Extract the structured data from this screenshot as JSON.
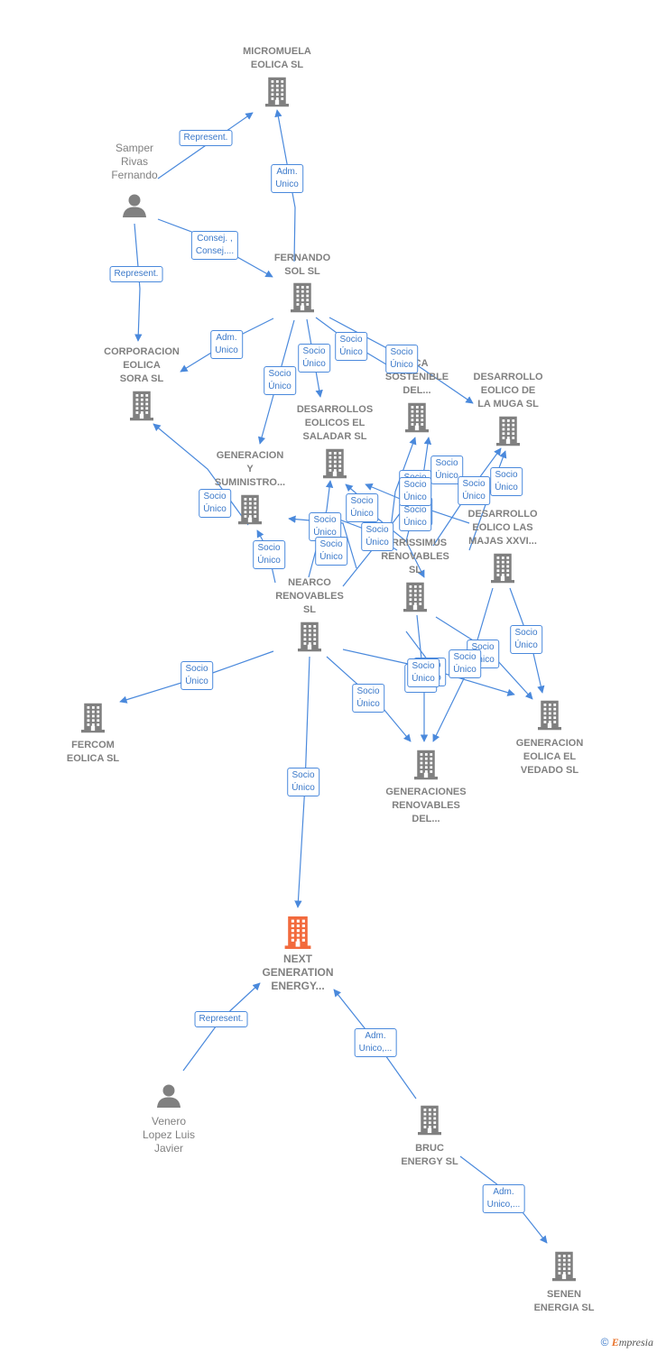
{
  "nodes": [
    {
      "id": "micromuela",
      "label": "MICROMUELA\nEOLICA SL",
      "kind": "company"
    },
    {
      "id": "samper",
      "label": "Samper\nRivas\nFernando",
      "kind": "person"
    },
    {
      "id": "fernando_sol",
      "label": "FERNANDO\nSOL SL",
      "kind": "company"
    },
    {
      "id": "corporacion",
      "label": "CORPORACION\nEOLICA\nSORA  SL",
      "kind": "company"
    },
    {
      "id": "desarrollos_saladar",
      "label": "DESARROLLOS\nEOLICOS EL\nSALADAR SL",
      "kind": "company"
    },
    {
      "id": "sostenible",
      "label": "...CA\nSOSTENIBLE\nDEL...",
      "kind": "company"
    },
    {
      "id": "muga",
      "label": "DESARROLLO\nEOLICO DE\nLA MUGA SL",
      "kind": "company"
    },
    {
      "id": "generacion_suministro",
      "label": "GENERACION\nY\nSUMINISTRO...",
      "kind": "company"
    },
    {
      "id": "majas",
      "label": "DESARROLLO\nEOLICO LAS\nMAJAS XXVI...",
      "kind": "company"
    },
    {
      "id": "prissimus",
      "label": "...RRISSIMUS\nRENOVABLES\nSL",
      "kind": "company"
    },
    {
      "id": "nearco",
      "label": "NEARCO\nRENOVABLES\nSL",
      "kind": "company"
    },
    {
      "id": "fercom",
      "label": "FERCOM\nEOLICA SL",
      "kind": "company"
    },
    {
      "id": "vedado",
      "label": "GENERACION\nEOLICA EL\nVEDADO SL",
      "kind": "company"
    },
    {
      "id": "gen_renovables",
      "label": "GENERACIONES\nRENOVABLES\nDEL...",
      "kind": "company"
    },
    {
      "id": "next_gen",
      "label": "NEXT\nGENERATION\nENERGY...",
      "kind": "main"
    },
    {
      "id": "venero",
      "label": "Venero\nLopez Luis\nJavier",
      "kind": "person"
    },
    {
      "id": "bruc",
      "label": "BRUC\nENERGY  SL",
      "kind": "company"
    },
    {
      "id": "senen",
      "label": "SENEN\nENERGIA SL",
      "kind": "company"
    }
  ],
  "edge_labels": [
    "Represent.",
    "Adm.\nUnico",
    "Consej. ,\nConsej....",
    "Represent.",
    "Adm.\nUnico",
    "Socio\nÚnico",
    "Socio\nÚnico",
    "Socio\nÚnico",
    "Socio\nÚnico",
    "Socio\nÚnico",
    "Socio\nÚnico",
    "Socio\nÚnico",
    "Socio\nÚnico",
    "Socio\nÚnico",
    "Socio\nÚnico",
    "Socio\nÚnico",
    "Socio\nÚnico",
    "Socio\nÚnico",
    "Socio\nÚnico",
    "Socio\nÚnico",
    "Socio\nÚnico",
    "Socio\nÚnico",
    "Socio\nÚnico",
    "Socio\nÚnico",
    "Socio\nÚnico",
    "Socio\nÚnico",
    "Socio\nÚnico",
    "Socio\nÚnico",
    "Socio\nÚnico",
    "Socio\nÚnico",
    "Socio\nÚnico",
    "Represent.",
    "Adm.\nUnico,...",
    "Adm.\nUnico,..."
  ],
  "colors": {
    "edge": "#4a89dc",
    "building": "#808080",
    "main_building": "#f26a3d",
    "person": "#808080"
  },
  "footer": {
    "copyright": "©",
    "brand": "mpresia",
    "brand_initial": "E"
  }
}
